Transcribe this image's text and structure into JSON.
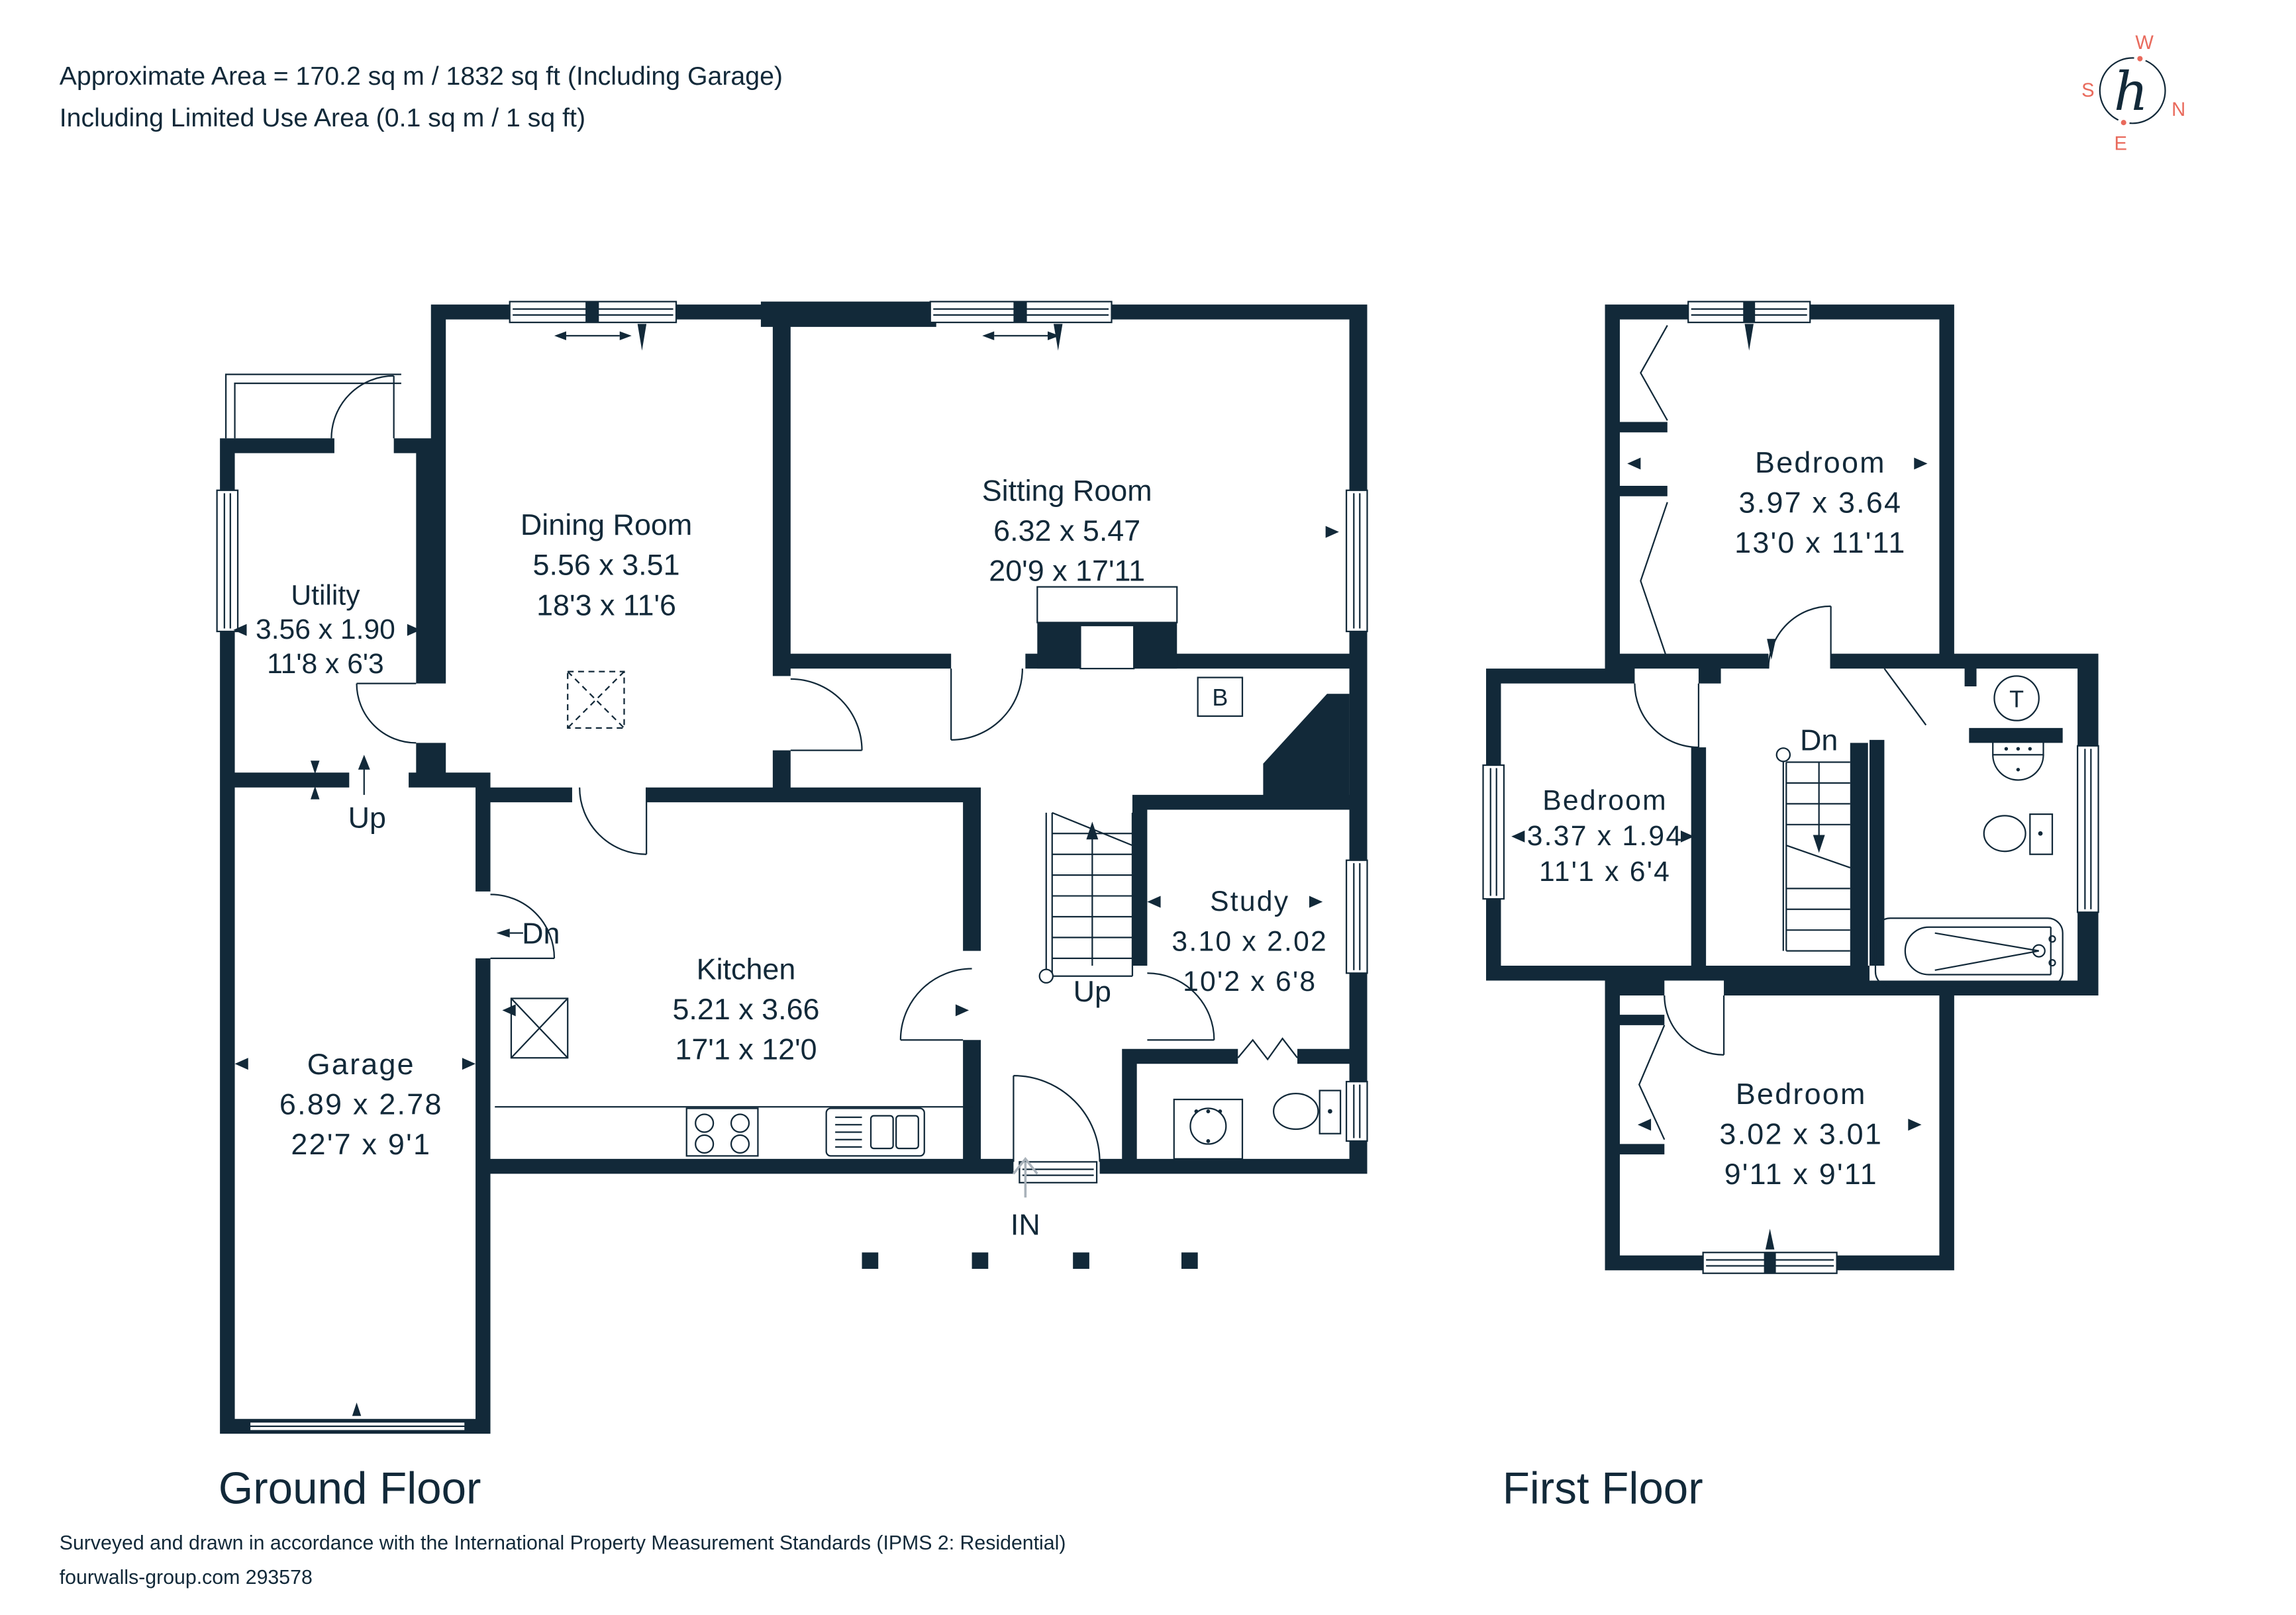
{
  "header": {
    "line1": "Approximate Area = 170.2 sq m / 1832 sq ft (Including Garage)",
    "line2": "Including Limited Use Area (0.1 sq m / 1 sq ft)"
  },
  "compass": {
    "w": "W",
    "n": "N",
    "s": "S",
    "e": "E"
  },
  "ground_floor": {
    "title": "Ground Floor",
    "rooms": [
      {
        "name": "Utility",
        "metric": "3.56 x 1.90",
        "imperial": "11'8 x 6'3"
      },
      {
        "name": "Dining Room",
        "metric": "5.56 x 3.51",
        "imperial": "18'3 x 11'6"
      },
      {
        "name": "Sitting Room",
        "metric": "6.32 x 5.47",
        "imperial": "20'9 x 17'11"
      },
      {
        "name": "Kitchen",
        "metric": "5.21 x 3.66",
        "imperial": "17'1 x 12'0"
      },
      {
        "name": "Study",
        "metric": "3.10 x 2.02",
        "imperial": "10'2 x 6'8"
      },
      {
        "name": "Garage",
        "metric": "6.89 x 2.78",
        "imperial": "22'7 x 9'1"
      }
    ],
    "labels": {
      "up": "Up",
      "dn": "Dn",
      "entrance": "IN",
      "boiler": "B"
    }
  },
  "first_floor": {
    "title": "First Floor",
    "rooms": [
      {
        "name": "Bedroom",
        "metric": "3.97 x 3.64",
        "imperial": "13'0 x 11'11"
      },
      {
        "name": "Bedroom",
        "metric": "3.37 x 1.94",
        "imperial": "11'1 x 6'4"
      },
      {
        "name": "Bedroom",
        "metric": "3.02 x 3.01",
        "imperial": "9'11 x 9'11"
      }
    ],
    "labels": {
      "dn": "Dn",
      "tank": "T"
    }
  },
  "footer": {
    "line1": "Surveyed and drawn in accordance with the International Property Measurement Standards (IPMS 2: Residential)",
    "line2": "fourwalls-group.com 293578"
  },
  "colors": {
    "wall": "#122939",
    "accent": "#e96a5c"
  }
}
